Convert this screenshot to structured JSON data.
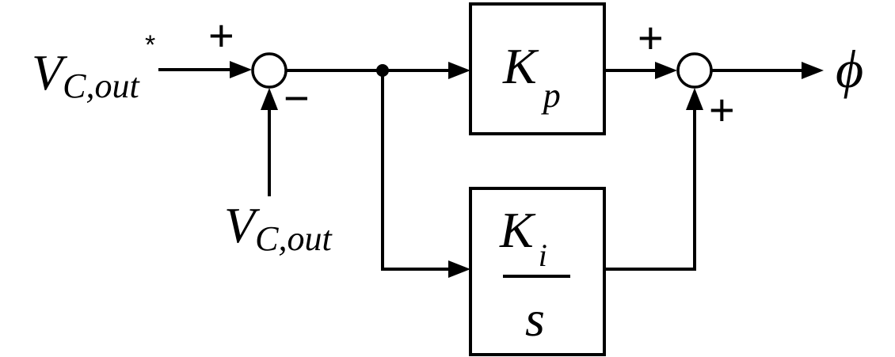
{
  "input": {
    "main": "V",
    "sub": "C,out",
    "sup": "*"
  },
  "feedback": {
    "main": "V",
    "sub": "C,out"
  },
  "summer1": {
    "sign_ref": "+",
    "sign_fb": "−"
  },
  "prop_block": {
    "main": "K",
    "sub": "p"
  },
  "int_block": {
    "num_main": "K",
    "num_sub": "i",
    "den": "s"
  },
  "summer2": {
    "sign_top": "+",
    "sign_bottom": "+"
  },
  "output": {
    "label": "ϕ"
  },
  "colors": {
    "line": "#000000",
    "background": "#ffffff"
  }
}
